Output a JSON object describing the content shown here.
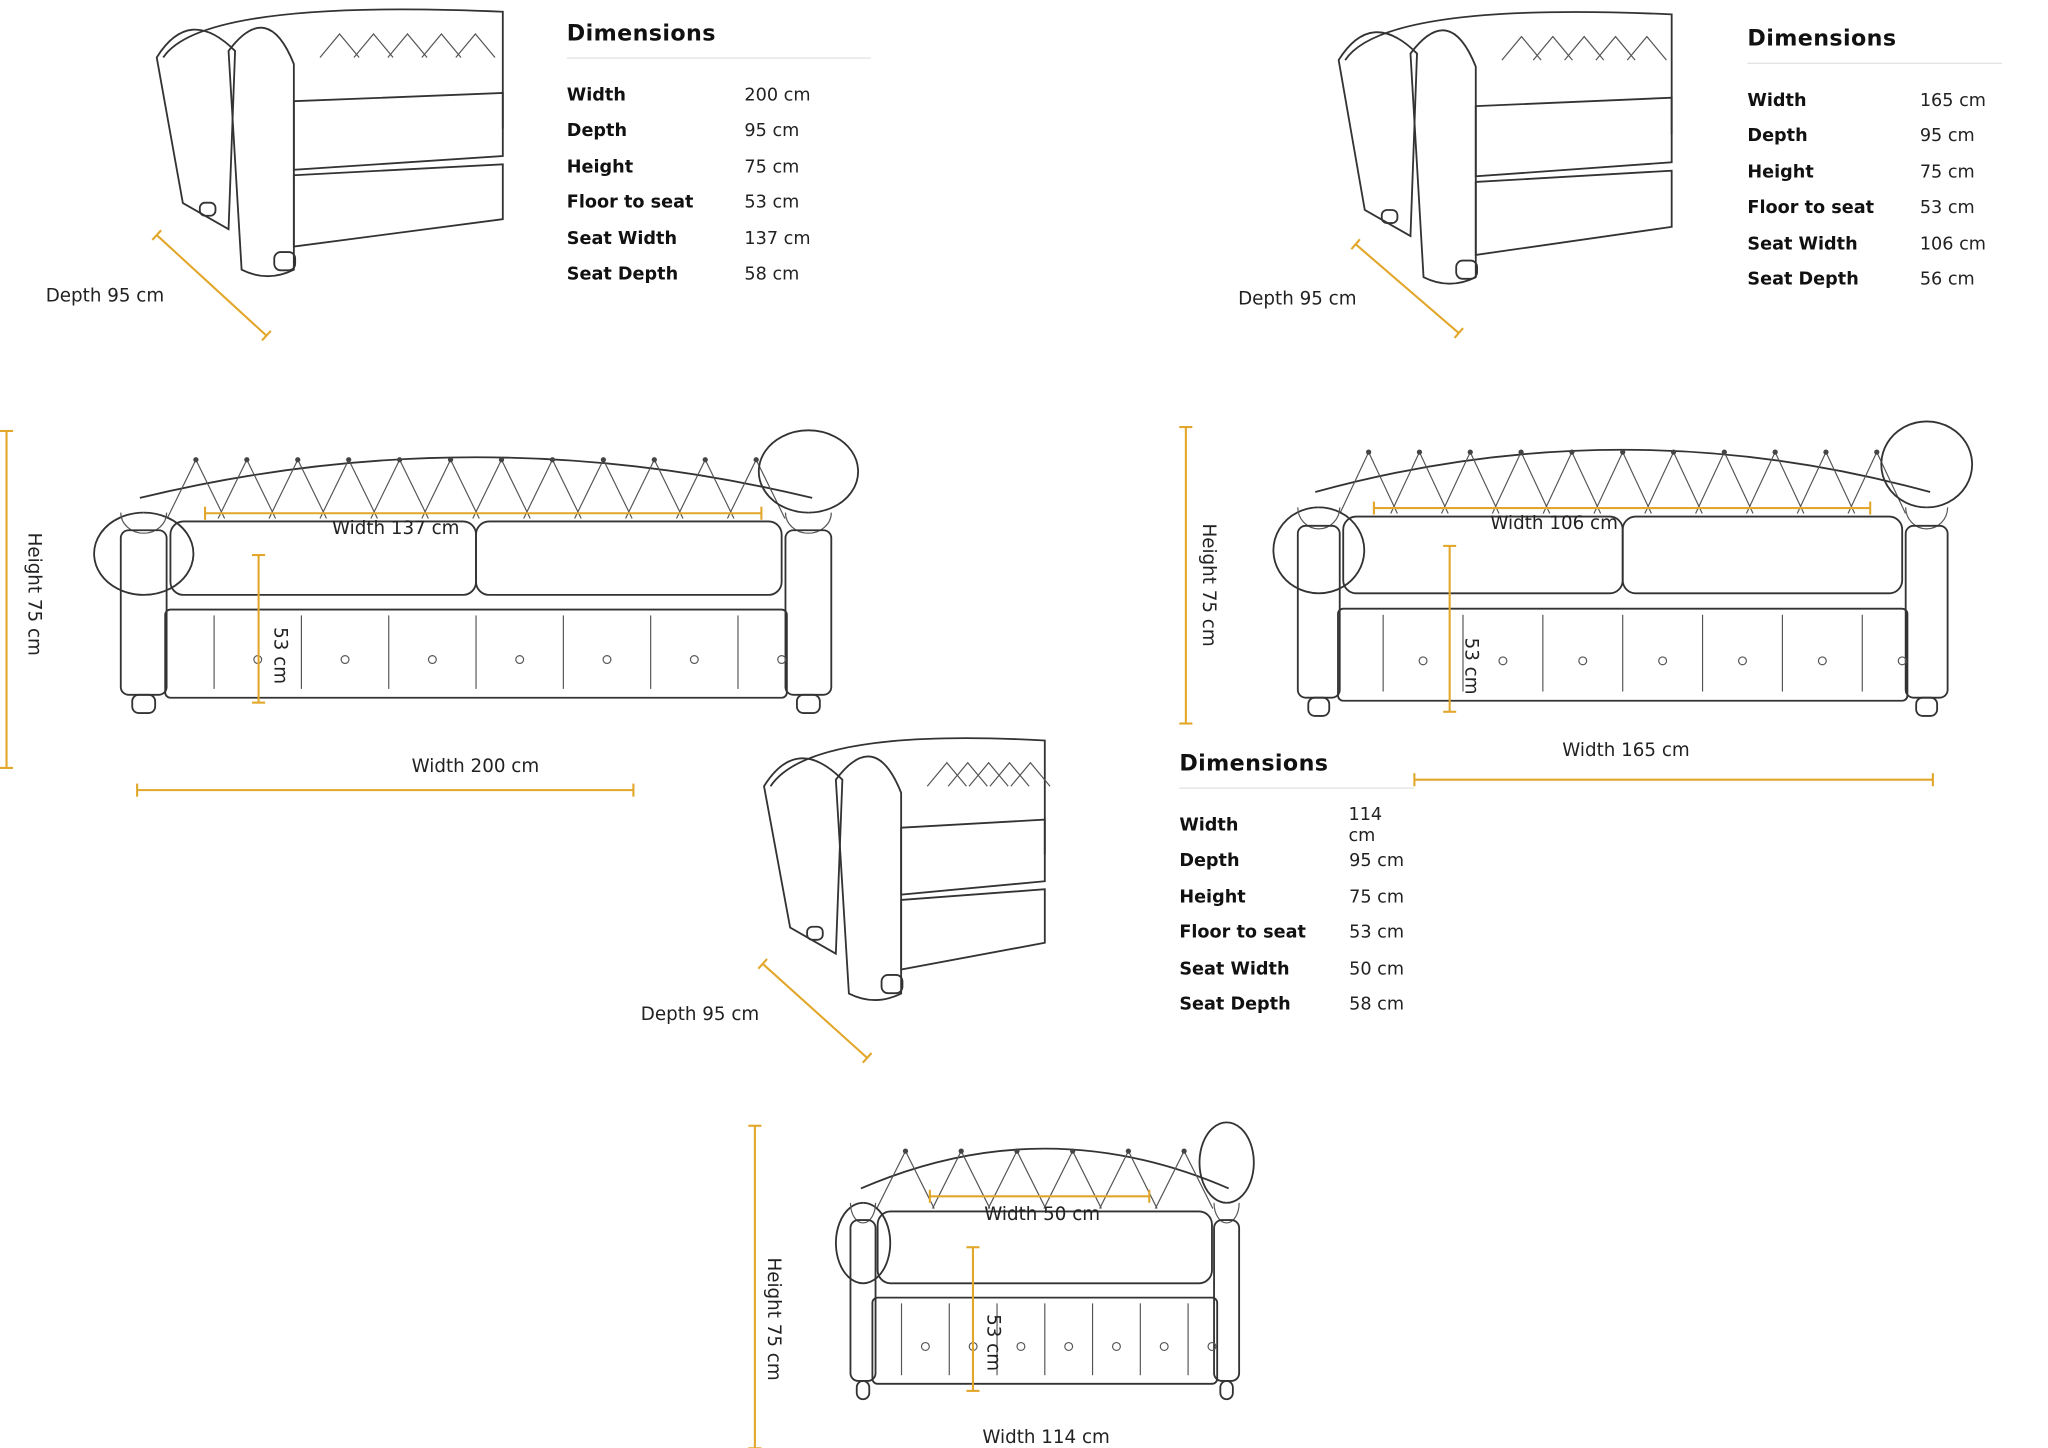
{
  "accent_color": "#e2a72a",
  "tables": [
    {
      "title": "Dimensions",
      "rows": [
        {
          "label": "Width",
          "value": "200 cm"
        },
        {
          "label": "Depth",
          "value": "95 cm"
        },
        {
          "label": "Height",
          "value": "75 cm"
        },
        {
          "label": "Floor to seat",
          "value": "53 cm"
        },
        {
          "label": "Seat Width",
          "value": "137 cm"
        },
        {
          "label": "Seat Depth",
          "value": "58 cm"
        }
      ]
    },
    {
      "title": "Dimensions",
      "rows": [
        {
          "label": "Width",
          "value": "165 cm"
        },
        {
          "label": "Depth",
          "value": "95 cm"
        },
        {
          "label": "Height",
          "value": "75 cm"
        },
        {
          "label": "Floor to seat",
          "value": "53 cm"
        },
        {
          "label": "Seat Width",
          "value": "106 cm"
        },
        {
          "label": "Seat Depth",
          "value": "56 cm"
        }
      ]
    },
    {
      "title": "Dimensions",
      "rows": [
        {
          "label": "Width",
          "value": "114 cm"
        },
        {
          "label": "Depth",
          "value": "95 cm"
        },
        {
          "label": "Height",
          "value": "75 cm"
        },
        {
          "label": "Floor to seat",
          "value": "53 cm"
        },
        {
          "label": "Seat Width",
          "value": "50 cm"
        },
        {
          "label": "Seat Depth",
          "value": "58 cm"
        }
      ]
    }
  ],
  "annotations": {
    "sofa3_depth": "Depth 95 cm",
    "sofa3_height": "Height  75  cm",
    "sofa3_width": "Width 200 cm",
    "sofa3_seat_width": "Width 137 cm",
    "sofa3_floor_to_seat": "53 cm",
    "sofa2_depth": "Depth 95 cm",
    "sofa2_height": "Height  75  cm",
    "sofa2_width": "Width 165 cm",
    "sofa2_seat_width": "Width 106 cm",
    "sofa2_floor_to_seat": "53 cm",
    "chair_depth": "Depth 95 cm",
    "chair_height": "Height  75  cm",
    "chair_width": "Width 114 cm",
    "chair_seat_width": "Width 50 cm",
    "chair_floor_to_seat": "53 cm"
  }
}
